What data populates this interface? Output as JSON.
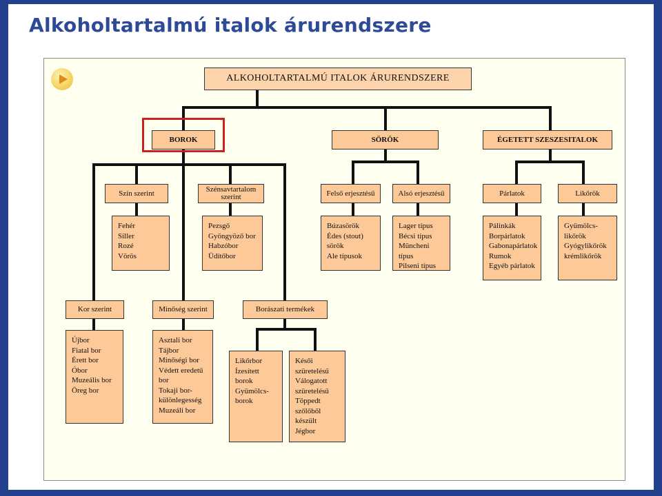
{
  "slide": {
    "title": "Alkoholtartalmú italok árurendszere"
  },
  "diagram": {
    "root": "ALKOHOLTARTALMÚ ITALOK ÁRURENDSZERE",
    "borok": "BOROK",
    "sorok": "SÖRÖK",
    "egetett": "ÉGETETT SZESZESITALOK",
    "szin_szerint": "Szín szerint",
    "szin_list": "Fehér\nSiller\nRozé\nVörös",
    "szensav": "Szénsavtartalom szerint",
    "szensav_list": "Pezsgő\nGyöngyöző bor\nHabzóbor\nÜdítőbor",
    "kor_szerint": "Kor szerint",
    "kor_list": "Újbor\nFiatal bor\nÉrett bor\nÓbor\nMuzeális bor\nÖreg bor",
    "minoseg_szerint": "Minőség szerint",
    "minoseg_list": "Asztali bor\nTájbor\nMinőségi bor\nVédett eredetű\n bor\nTokaji bor-\n különlegesség\nMuzeáli bor",
    "boraszati": "Borászati termékek",
    "likorbor_list": "Likőrbor\nÍzesített\n borok\nGyümölcs-\n borok",
    "kesoi_list": "Késői\n szüretelésű\nVálogatott\n szüretelésű\nTöppedt\n szőlőből\n készült\nJégbor",
    "felso": "Felső erjesztésű",
    "felso_list": "Búzasörök\nÉdes (stout)\n sörök\nAle típusok",
    "also": "Alsó erjesztésű",
    "also_list": "Lager típus\nBécsi típus\nMüncheni típus\nPilseni típus",
    "parlatok": "Párlatok",
    "parlatok_list": "Pálinkák\nBorpárlatok\nGabonapárlatok\nRumok\nEgyéb párlatok",
    "likorok": "Likőrök",
    "likorok_list": "Gyümölcs-\nlikőrök\nGyógylikőrök\nkrémlikőrök"
  }
}
